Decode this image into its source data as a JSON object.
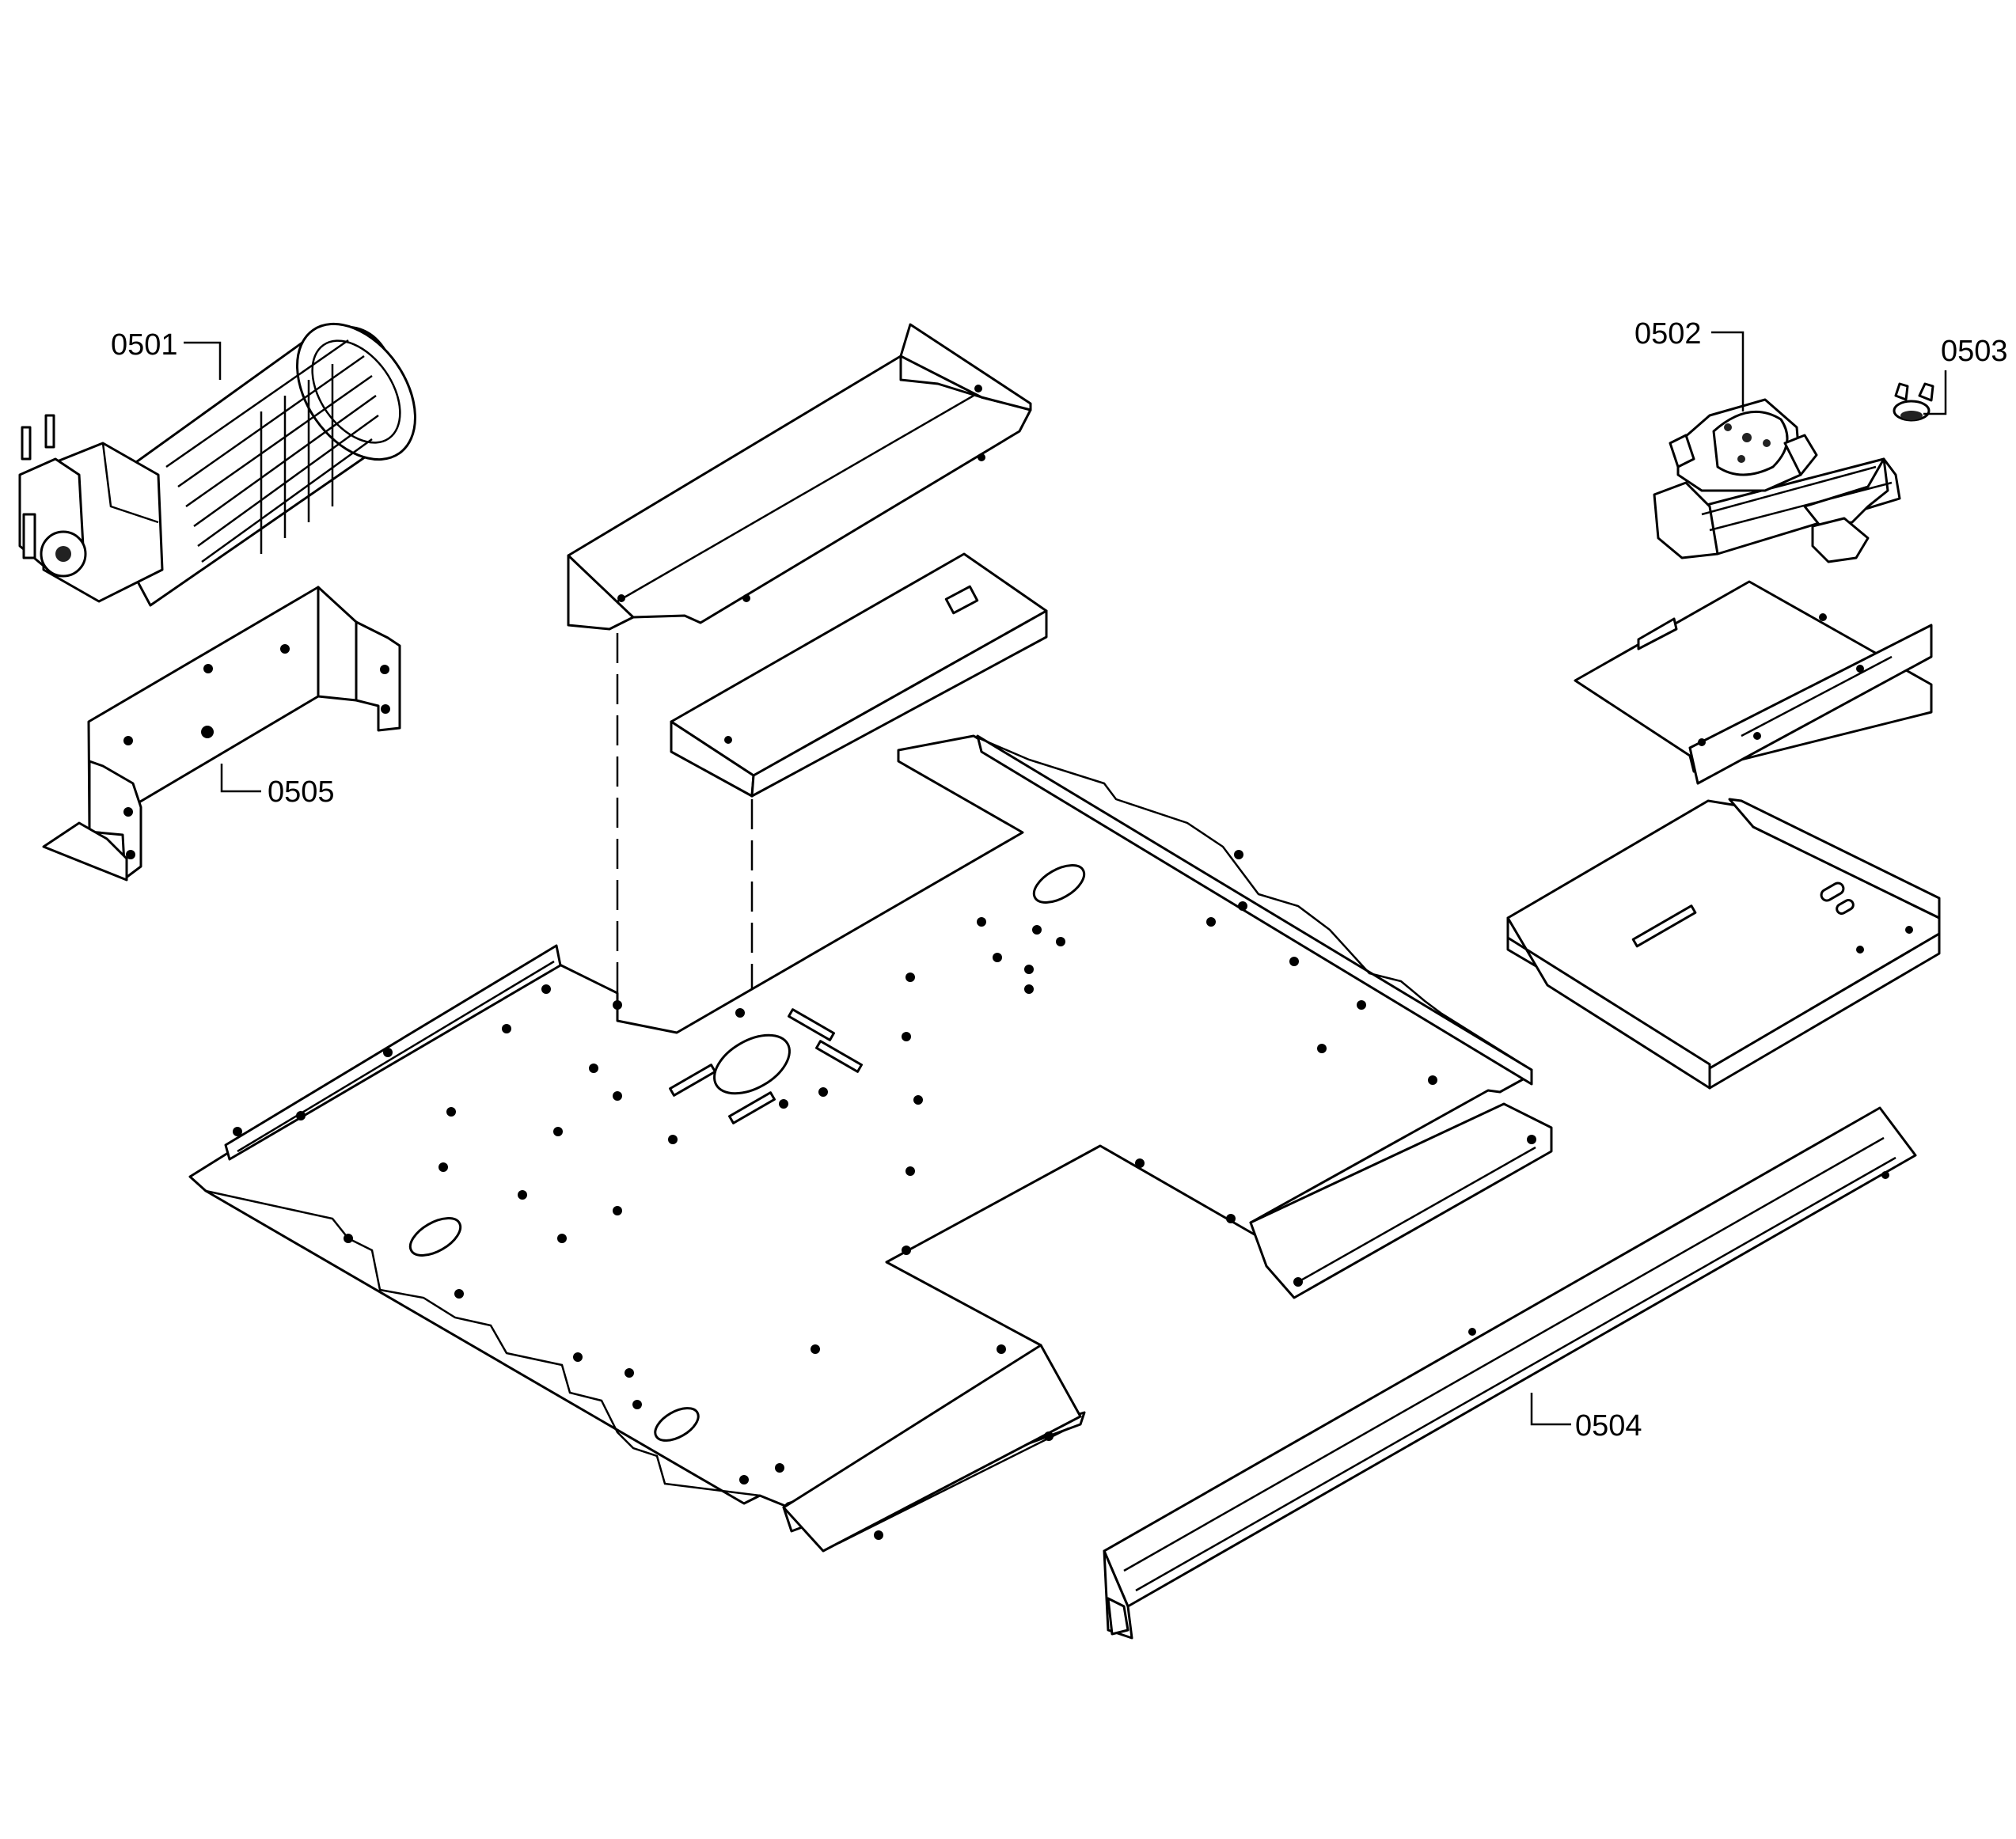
{
  "diagram": {
    "callouts": [
      {
        "id": "0501",
        "label": "0501"
      },
      {
        "id": "0502",
        "label": "0502"
      },
      {
        "id": "0503",
        "label": "0503"
      },
      {
        "id": "0504",
        "label": "0504"
      },
      {
        "id": "0505",
        "label": "0505"
      }
    ]
  }
}
